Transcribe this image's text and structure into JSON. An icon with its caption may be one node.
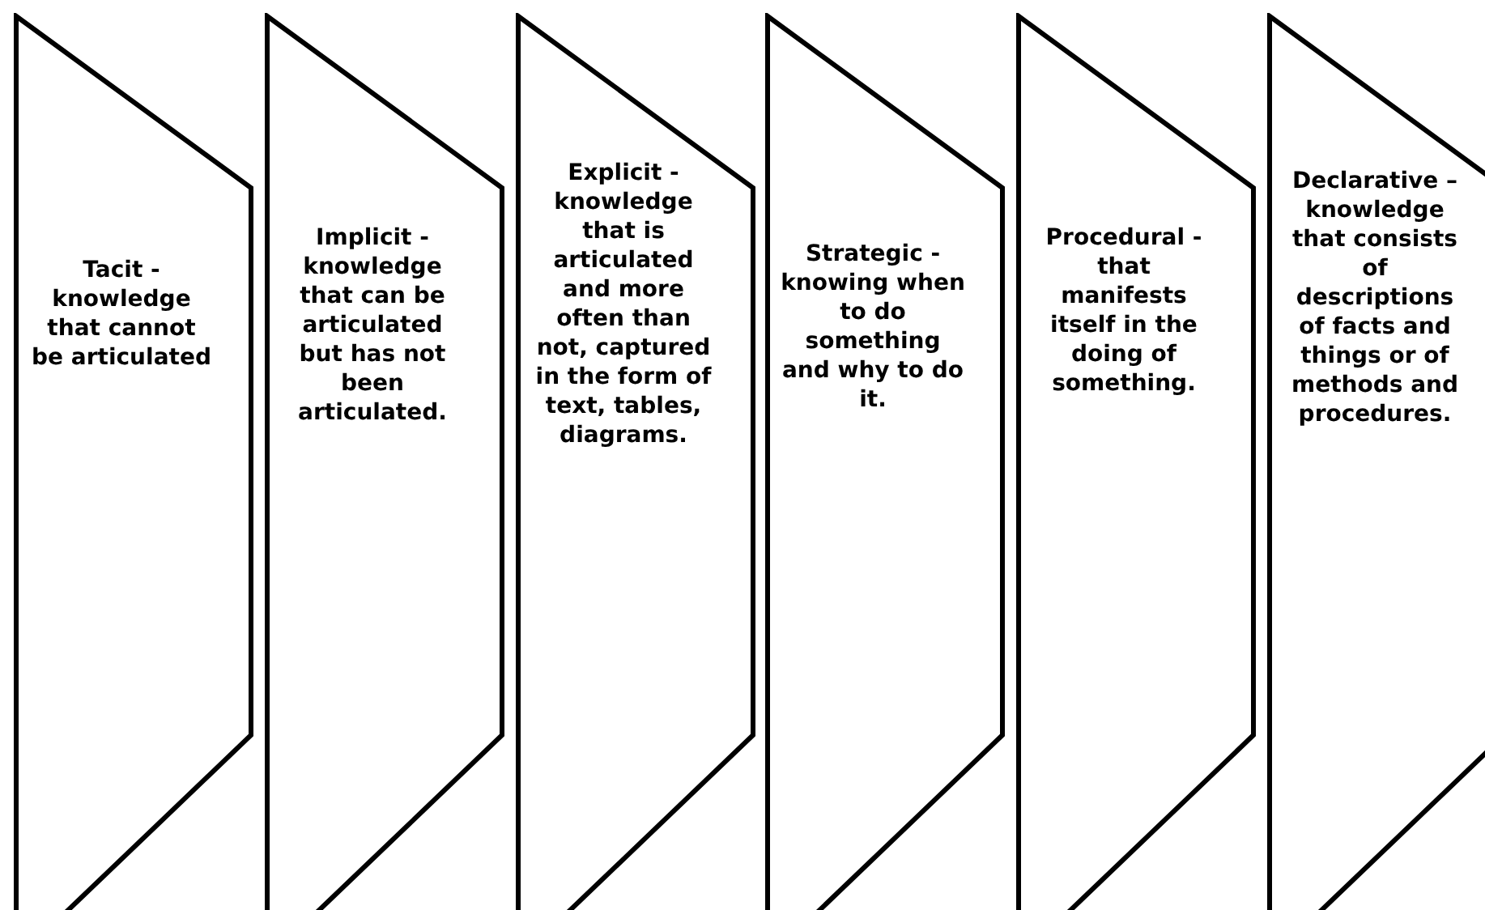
{
  "diagram": {
    "nodes": [
      {
        "text": [
          "Tacit - knowledge that cannot be articulated"
        ]
      },
      {
        "text": [
          "Implicit - knowledge that can be articulated but has not been articulated."
        ]
      },
      {
        "text": [
          "Explicit - knowledge that is articulated and more often than not, captured in the form of text, tables, diagrams."
        ]
      },
      {
        "text": [
          "Strategic - knowing when to do something and why to do it."
        ]
      },
      {
        "text": [
          "Procedural - that manifests itself in the doing of something."
        ]
      },
      {
        "text": [
          "Declarative – knowledge that consists of descriptions of facts and things or of methods and procedures."
        ]
      }
    ]
  }
}
